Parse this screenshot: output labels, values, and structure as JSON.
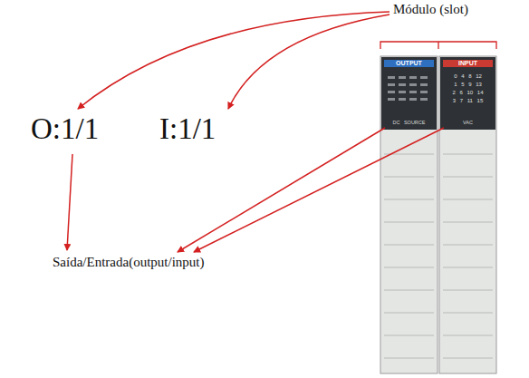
{
  "diagram": {
    "nodes": [
      {
        "text": [
          "OUTPUT",
          "DC SOURCE"
        ]
      },
      {
        "text": [
          "INPUT",
          "0 4 8 12",
          "1 5 9 13",
          "2 6 10 14",
          "3 7 11 15",
          "VAC"
        ]
      }
    ],
    "edges": [],
    "labels": [
      "Módulo (slot)",
      "O:1/1",
      "I:1/1",
      "Saída/Entrada(output/input)"
    ]
  }
}
